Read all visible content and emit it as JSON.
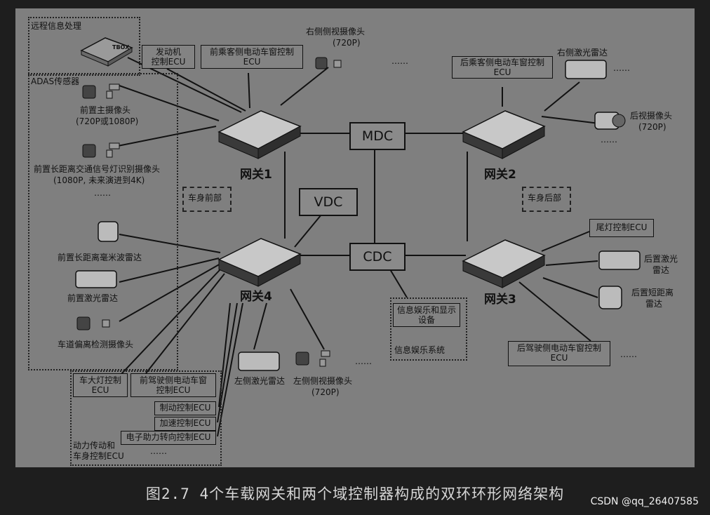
{
  "caption": "图2.7 4个车载网关和两个域控制器构成的双环环形网络架构",
  "watermark": "CSDN @qq_26407585",
  "groups": {
    "remote": "远程信息处理",
    "adas": "ADAS传感器",
    "powertrain_line1": "动力传动和",
    "powertrain_line2": "车身控制ECU",
    "infotainment": "信息娱乐系统"
  },
  "tbox": "TBOX",
  "gateways": {
    "g1": "网关1",
    "g2": "网关2",
    "g3": "网关3",
    "g4": "网关4"
  },
  "controllers": {
    "mdc": "MDC",
    "vdc": "VDC",
    "cdc": "CDC"
  },
  "zones": {
    "front": "车身前部",
    "rear": "车身后部"
  },
  "labels": {
    "engine_ecu_l1": "发动机",
    "engine_ecu_l2": "控制ECU",
    "front_pass_win_l1": "前乘客侧电动车窗控制",
    "front_pass_win_l2": "ECU",
    "right_side_cam_l1": "右侧侧视摄像头",
    "right_side_cam_l2": "(720P)",
    "rear_pass_win_l1": "后乘客侧电动车窗控制",
    "rear_pass_win_l2": "ECU",
    "right_lidar": "右侧激光雷达",
    "rear_cam_l1": "后视摄像头",
    "rear_cam_l2": "(720P)",
    "front_main_cam_l1": "前置主摄像头",
    "front_main_cam_l2": "(720P或1080P)",
    "front_long_cam_l1": "前置长距离交通信号灯识别摄像头",
    "front_long_cam_l2": "(1080P, 未来演进到4K)",
    "front_mmw_radar": "前置长距离毫米波雷达",
    "front_lidar": "前置激光雷达",
    "lane_cam": "车道偏离检测摄像头",
    "headlight_ecu_l1": "车大灯控制",
    "headlight_ecu_l2": "ECU",
    "driver_win_l1": "前驾驶侧电动车窗",
    "driver_win_l2": "控制ECU",
    "brake_ecu": "制动控制ECU",
    "accel_ecu": "加速控制ECU",
    "eps_ecu": "电子助力转向控制ECU",
    "left_lidar": "左侧激光雷达",
    "left_side_cam_l1": "左侧侧视摄像头",
    "left_side_cam_l2": "(720P)",
    "tail_ecu": "尾灯控制ECU",
    "rear_lidar_l1": "后置激光",
    "rear_lidar_l2": "雷达",
    "rear_short_radar_l1": "后置短距离",
    "rear_short_radar_l2": "雷达",
    "rear_driver_win_l1": "后驾驶侧电动车窗控制",
    "rear_driver_win_l2": "ECU",
    "info_display_l1": "信息娱乐和显示",
    "info_display_l2": "设备"
  },
  "ellipsis": "……"
}
